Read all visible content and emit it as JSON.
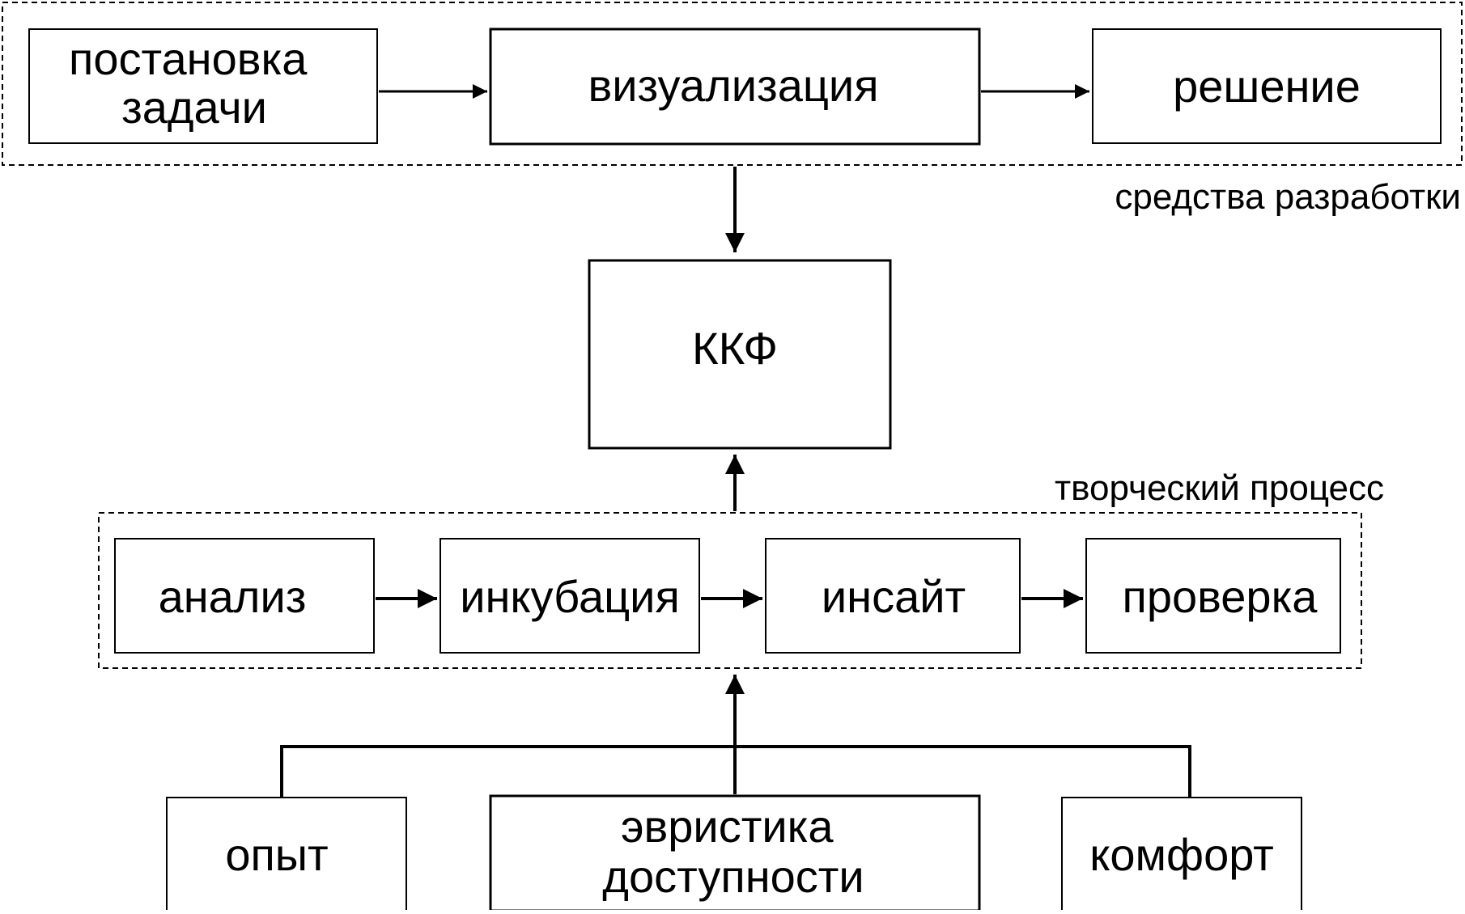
{
  "development_tools": {
    "group_label": "средства разработки",
    "nodes": {
      "task_statement": [
        "постановка",
        "задачи"
      ],
      "visualization": "визуализация",
      "solution": "решение"
    }
  },
  "center": {
    "label": "ККФ"
  },
  "creative_process": {
    "group_label": "творческий процесс",
    "nodes": {
      "analysis": "анализ",
      "incubation": "инкубация",
      "insight": "инсайт",
      "verification": "проверка"
    }
  },
  "factors": {
    "experience": "опыт",
    "availability_heuristic": [
      "эвристика",
      "доступности"
    ],
    "comfort": "комфорт"
  }
}
